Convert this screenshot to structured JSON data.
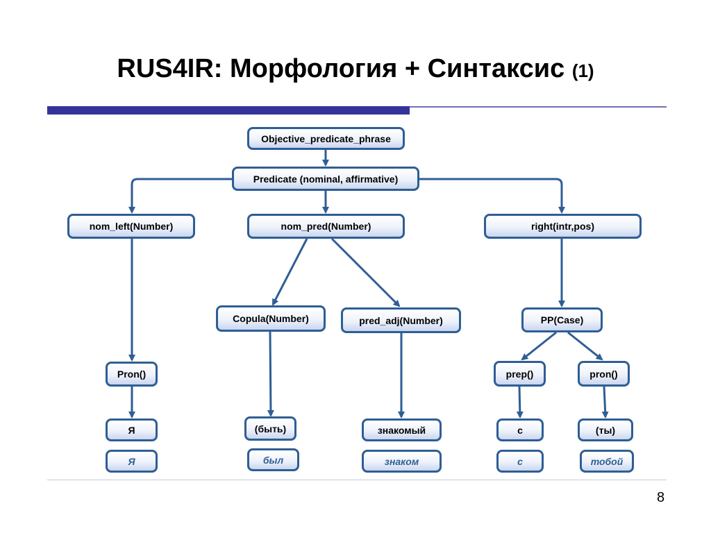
{
  "title": {
    "main": "RUS4IR: Морфология + Синтаксис",
    "sub": "(1)"
  },
  "page_number": "8",
  "colors": {
    "accent_bar": "#333399",
    "node_border": "#2e5e94",
    "arrow": "#2e5e94",
    "form_text": "#2e5e94"
  },
  "nodes": {
    "objective_predicate_phrase": "Objective_predicate_phrase",
    "predicate": "Predicate (nominal, affirmative)",
    "nom_left": "nom_left(Number)",
    "nom_pred": "nom_pred(Number)",
    "right": "right(intr,pos)",
    "copula": "Copula(Number)",
    "pred_adj": "pred_adj(Number)",
    "pp_case": "PP(Case)",
    "pron_left": "Pron()",
    "prep": "prep()",
    "pron_right": "pron()",
    "lemma_ya": "Я",
    "lemma_byt": "(быть)",
    "lemma_znakomy": "знакомый",
    "lemma_s": "с",
    "lemma_ty": "(ты)",
    "form_ya": "Я",
    "form_byl": "был",
    "form_znakom": "знаком",
    "form_s": "с",
    "form_toboy": "тобой"
  }
}
